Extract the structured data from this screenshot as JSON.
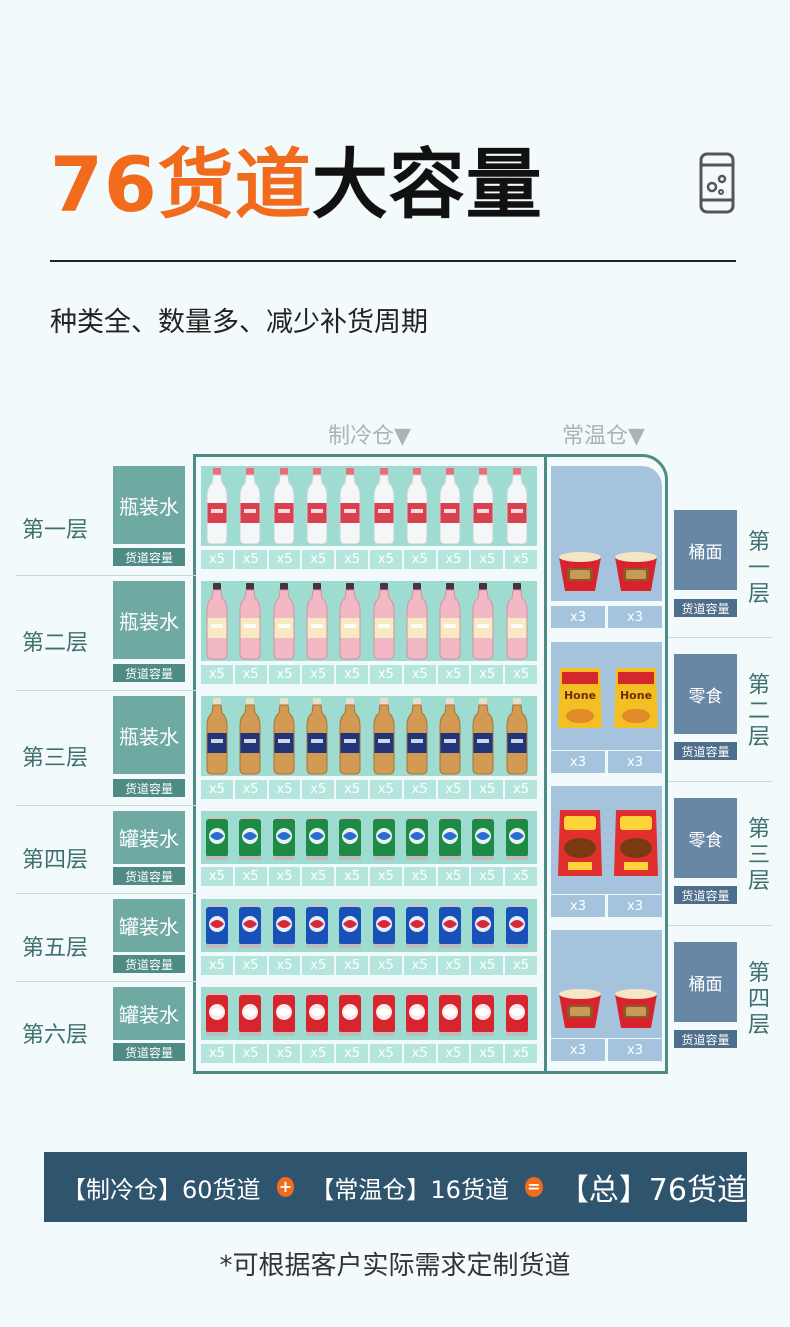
{
  "header": {
    "title_highlight": "76货道",
    "title_rest": "大容量",
    "subtitle": "种类全、数量多、减少补货周期"
  },
  "icons": {
    "top_right": "can-icon"
  },
  "sections": {
    "cold_label": "制冷仓▼",
    "ambient_label": "常温仓▼"
  },
  "cap_label": "货道容量",
  "cold_rows": [
    {
      "layer": "第一层",
      "type": "瓶装水",
      "product": "water-bottle",
      "count": "x5"
    },
    {
      "layer": "第二层",
      "type": "瓶装水",
      "product": "pink-bottle",
      "count": "x5"
    },
    {
      "layer": "第三层",
      "type": "瓶装水",
      "product": "tea-bottle",
      "count": "x5"
    },
    {
      "layer": "第四层",
      "type": "罐装水",
      "product": "sprite-can",
      "count": "x5"
    },
    {
      "layer": "第五层",
      "type": "罐装水",
      "product": "pepsi-can",
      "count": "x5"
    },
    {
      "layer": "第六层",
      "type": "罐装水",
      "product": "cola-can",
      "count": "x5"
    }
  ],
  "ambient_rows": [
    {
      "layer": "第一层",
      "type": "桶面",
      "product": "noodle-cup",
      "count": "x3"
    },
    {
      "layer": "第二层",
      "type": "零食",
      "product": "chips-bag",
      "count": "x3"
    },
    {
      "layer": "第三层",
      "type": "零食",
      "product": "snack-bag",
      "count": "x3"
    },
    {
      "layer": "第四层",
      "type": "桶面",
      "product": "noodle-cup",
      "count": "x3"
    }
  ],
  "summary": {
    "cold": "【制冷仓】60货道",
    "plus": "+",
    "ambient": "【常温仓】16货道",
    "equals": "=",
    "total": "【总】76货道"
  },
  "footnote": "*可根据客户实际需求定制货道",
  "colors": {
    "accent_orange": "#f26a1b",
    "cold_green": "#6eaaa1",
    "ambient_blue": "#6787a4",
    "summary_bar": "#2f546d"
  }
}
